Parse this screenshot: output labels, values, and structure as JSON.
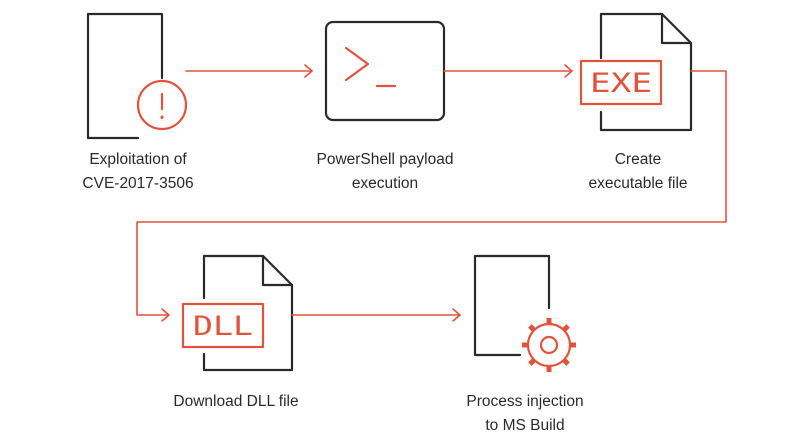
{
  "colors": {
    "accent": "#e0533c",
    "ink": "#2a2a2a",
    "background": "#ffffff"
  },
  "steps": [
    {
      "id": "exploit",
      "icon": "document-alert-icon",
      "lines": [
        "Exploitation of",
        "CVE-2017-3506"
      ]
    },
    {
      "id": "powershell",
      "icon": "terminal-icon",
      "lines": [
        "PowerShell payload",
        "execution"
      ]
    },
    {
      "id": "create-exe",
      "icon": "exe-file-icon",
      "icon_text": "EXE",
      "lines": [
        "Create",
        "executable file"
      ]
    },
    {
      "id": "download-dll",
      "icon": "dll-file-icon",
      "icon_text": "DLL",
      "lines": [
        "Download DLL file"
      ]
    },
    {
      "id": "process-injection",
      "icon": "document-gear-icon",
      "lines": [
        "Process injection",
        "to MS Build"
      ]
    }
  ]
}
